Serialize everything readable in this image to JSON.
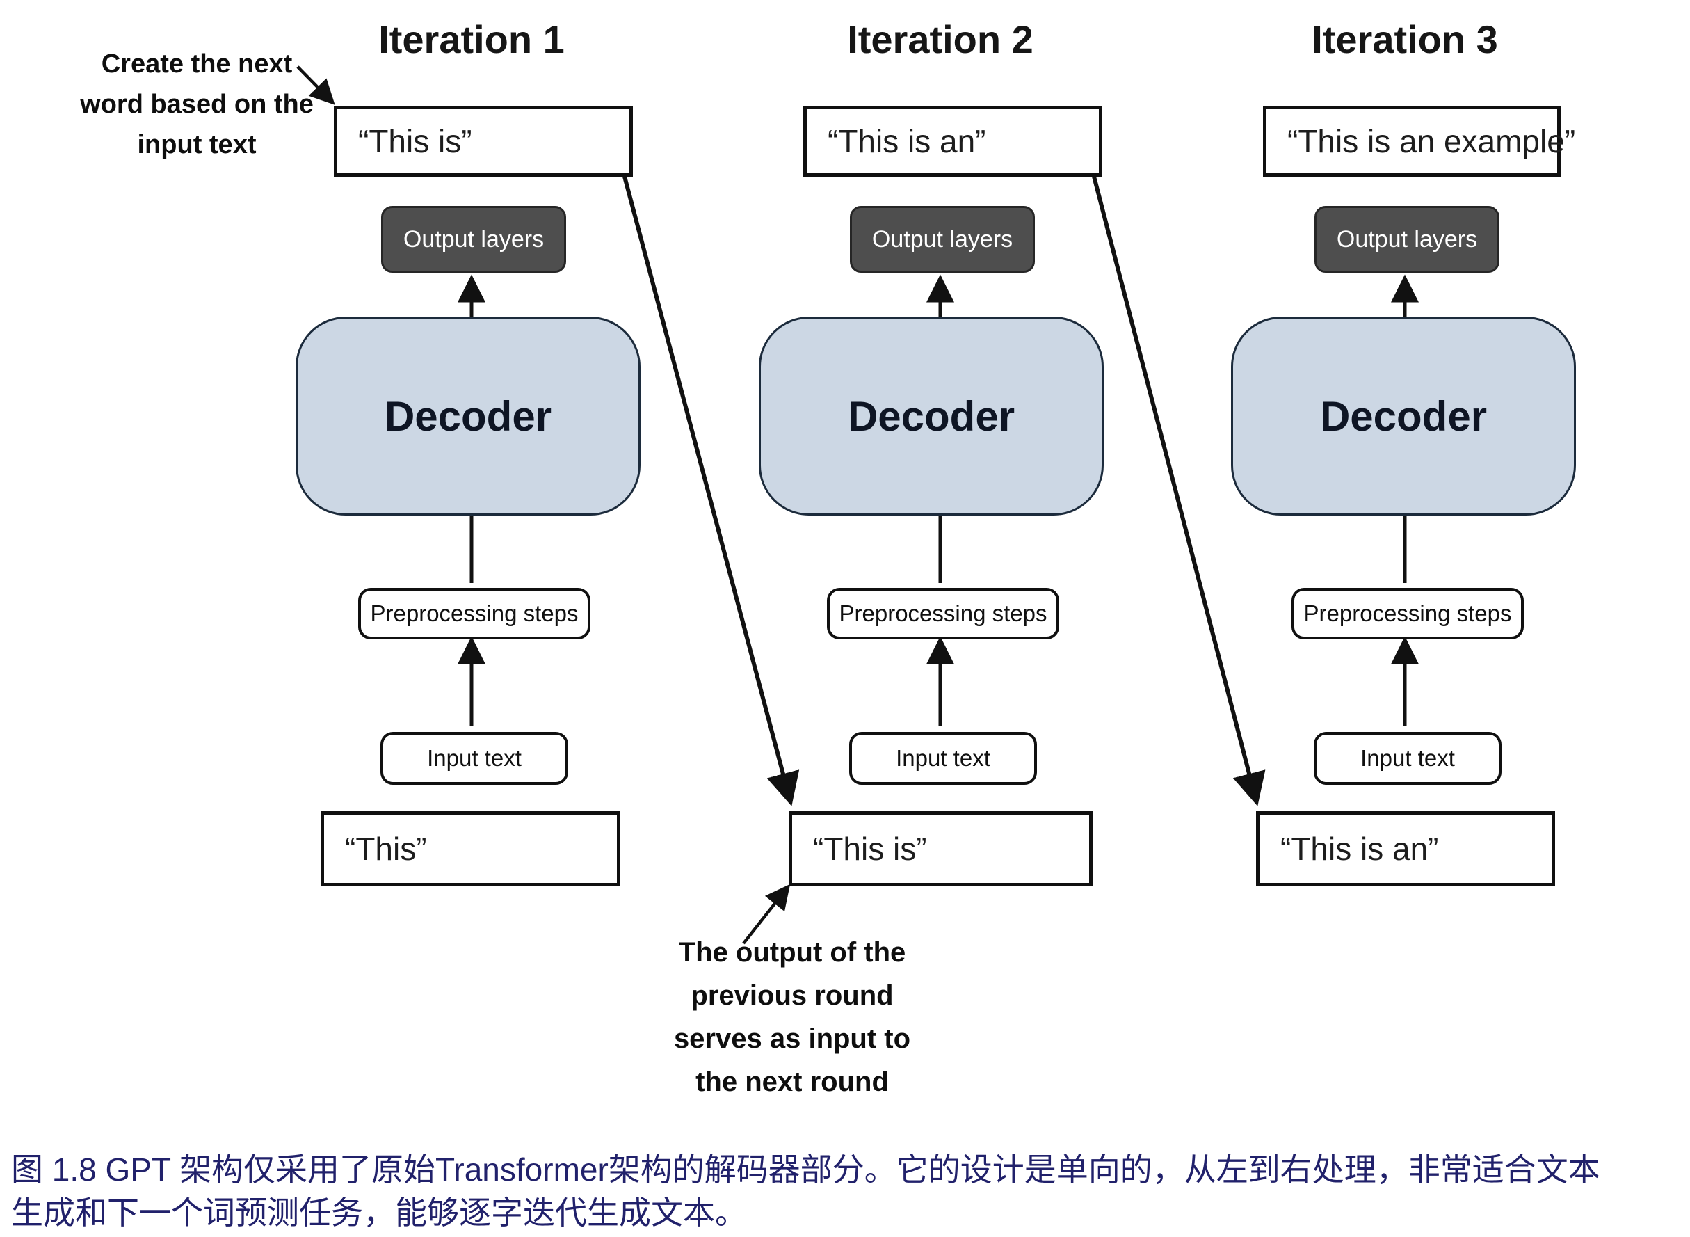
{
  "figure": {
    "columns": [
      {
        "title": "Iteration 1",
        "output_text": "“This is”",
        "output_layers_label": "Output layers",
        "decoder_label": "Decoder",
        "preprocessing_label": "Preprocessing steps",
        "input_box_label": "Input text",
        "input_text": "“This”"
      },
      {
        "title": "Iteration 2",
        "output_text": "“This is an”",
        "output_layers_label": "Output layers",
        "decoder_label": "Decoder",
        "preprocessing_label": "Preprocessing steps",
        "input_box_label": "Input text",
        "input_text": "“This is”"
      },
      {
        "title": "Iteration 3",
        "output_text": "“This is an example”",
        "output_layers_label": "Output layers",
        "decoder_label": "Decoder",
        "preprocessing_label": "Preprocessing steps",
        "input_box_label": "Input text",
        "input_text": "“This is an”"
      }
    ],
    "annotations": {
      "create_next_word": {
        "lines": [
          "Create the next",
          "word based on the",
          "input text"
        ]
      },
      "output_serves_input": {
        "lines": [
          "The output of the",
          "previous round",
          "serves as input to",
          "the next round"
        ]
      }
    },
    "colors": {
      "decoder_fill": "#ccd7e4",
      "decoder_border": "#1c2b3c",
      "output_layers_bg": "#4e4e4e",
      "output_layers_text": "#ffffff",
      "box_border": "#101010",
      "arrow": "#111111",
      "caption_text": "#21216b"
    }
  },
  "caption": {
    "lines": [
      "图 1.8  GPT 架构仅采用了原始Transformer架构的解码器部分。它的设计是单向的，从左到右处理，非常适合文本",
      "生成和下一个词预测任务，能够逐字迭代生成文本。"
    ]
  }
}
